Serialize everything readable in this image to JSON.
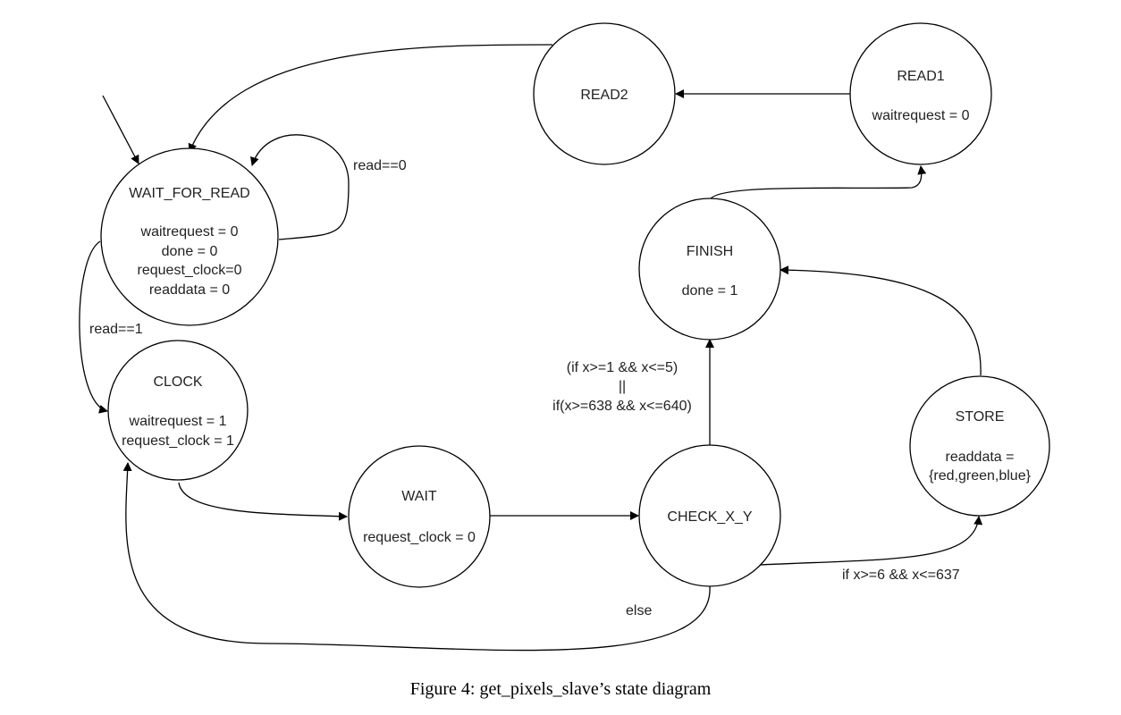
{
  "states": {
    "wait_for_read": {
      "title": "WAIT_FOR_READ",
      "lines": [
        "waitrequest = 0",
        "done = 0",
        "request_clock=0",
        "readdata = 0"
      ]
    },
    "clock": {
      "title": "CLOCK",
      "lines": [
        "waitrequest = 1",
        "request_clock = 1"
      ]
    },
    "wait": {
      "title": "WAIT",
      "lines": [
        "request_clock = 0"
      ]
    },
    "check_x_y": {
      "title": "CHECK_X_Y",
      "lines": []
    },
    "finish": {
      "title": "FINISH",
      "lines": [
        "done = 1"
      ]
    },
    "store": {
      "title": "STORE",
      "lines": [
        "readdata =",
        "{red,green,blue}"
      ]
    },
    "read1": {
      "title": "READ1",
      "lines": [
        "waitrequest = 0"
      ]
    },
    "read2": {
      "title": "READ2",
      "lines": []
    }
  },
  "transitions": {
    "read_eq_0": "read==0",
    "read_eq_1": "read==1",
    "check_to_finish": [
      "(if x>=1 && x<=5)",
      "||",
      "if(x>=638 && x<=640)"
    ],
    "check_to_store": "if x>=6 && x<=637",
    "check_else": "else"
  },
  "caption": "Figure 4: get_pixels_slave’s state diagram"
}
